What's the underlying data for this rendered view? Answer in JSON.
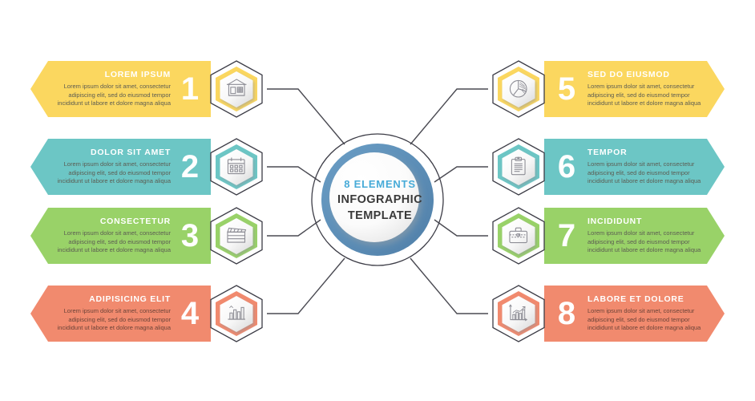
{
  "center": {
    "line1": "8 ELEMENTS",
    "line2": "INFOGRAPHIC",
    "line3": "TEMPLATE",
    "accent_color": "#47abd8",
    "ring_color": "#5b94c0",
    "text_color": "#3a3a3a"
  },
  "body_text": {
    "line1": "Lorem ipsum dolor sit amet, consectetur",
    "line2": "adipiscing elit, sed do eiusmod tempor",
    "line3": "incididunt ut labore et dolore magna aliqua"
  },
  "palette": {
    "yellow": "#fbd75f",
    "teal": "#6cc6c5",
    "green": "#99d268",
    "coral": "#f18a6e",
    "outline": "#3c3c46",
    "connector": "#4a4a52"
  },
  "items": [
    {
      "number": "1",
      "title": "LOREM IPSUM",
      "color": "#fbd75f",
      "icon": "shop-house-icon",
      "side": "left",
      "body": {
        "line1": "Lorem ipsum dolor sit amet, consectetur",
        "line2": "adipiscing elit, sed do eiusmod tempor",
        "line3": "incididunt ut labore et dolore magna aliqua"
      }
    },
    {
      "number": "2",
      "title": "DOLOR SIT AMET",
      "color": "#6cc6c5",
      "icon": "calendar-icon",
      "side": "left",
      "body": {
        "line1": "Lorem ipsum dolor sit amet, consectetur",
        "line2": "adipiscing elit, sed do eiusmod tempor",
        "line3": "incididunt ut labore et dolore magna aliqua"
      }
    },
    {
      "number": "3",
      "title": "CONSECTETUR",
      "color": "#99d268",
      "icon": "clapperboard-icon",
      "side": "left",
      "body": {
        "line1": "Lorem ipsum dolor sit amet, consectetur",
        "line2": "adipiscing elit, sed do eiusmod tempor",
        "line3": "incididunt ut labore et dolore magna aliqua"
      }
    },
    {
      "number": "4",
      "title": "ADIPISICING ELIT",
      "color": "#f18a6e",
      "icon": "bar-chart-icon",
      "side": "left",
      "body": {
        "line1": "Lorem ipsum dolor sit amet, consectetur",
        "line2": "adipiscing elit, sed do eiusmod tempor",
        "line3": "incididunt ut labore et dolore magna aliqua"
      }
    },
    {
      "number": "5",
      "title": "SED DO EIUSMOD",
      "color": "#fbd75f",
      "icon": "pie-chart-icon",
      "side": "right",
      "body": {
        "line1": "Lorem ipsum dolor sit amet, consectetur",
        "line2": "adipiscing elit, sed do eiusmod tempor",
        "line3": "incididunt ut labore et dolore magna aliqua"
      }
    },
    {
      "number": "6",
      "title": "TEMPOR",
      "color": "#6cc6c5",
      "icon": "clipboard-icon",
      "side": "right",
      "body": {
        "line1": "Lorem ipsum dolor sit amet, consectetur",
        "line2": "adipiscing elit, sed do eiusmod tempor",
        "line3": "incididunt ut labore et dolore magna aliqua"
      }
    },
    {
      "number": "7",
      "title": "INCIDIDUNT",
      "color": "#99d268",
      "icon": "briefcase-icon",
      "side": "right",
      "body": {
        "line1": "Lorem ipsum dolor sit amet, consectetur",
        "line2": "adipiscing elit, sed do eiusmod tempor",
        "line3": "incididunt ut labore et dolore magna aliqua"
      }
    },
    {
      "number": "8",
      "title": "LABORE ET DOLORE",
      "color": "#f18a6e",
      "icon": "growth-chart-icon",
      "side": "right",
      "body": {
        "line1": "Lorem ipsum dolor sit amet, consectetur",
        "line2": "adipiscing elit, sed do eiusmod tempor",
        "line3": "incididunt ut labore et dolore magna aliqua"
      }
    }
  ]
}
